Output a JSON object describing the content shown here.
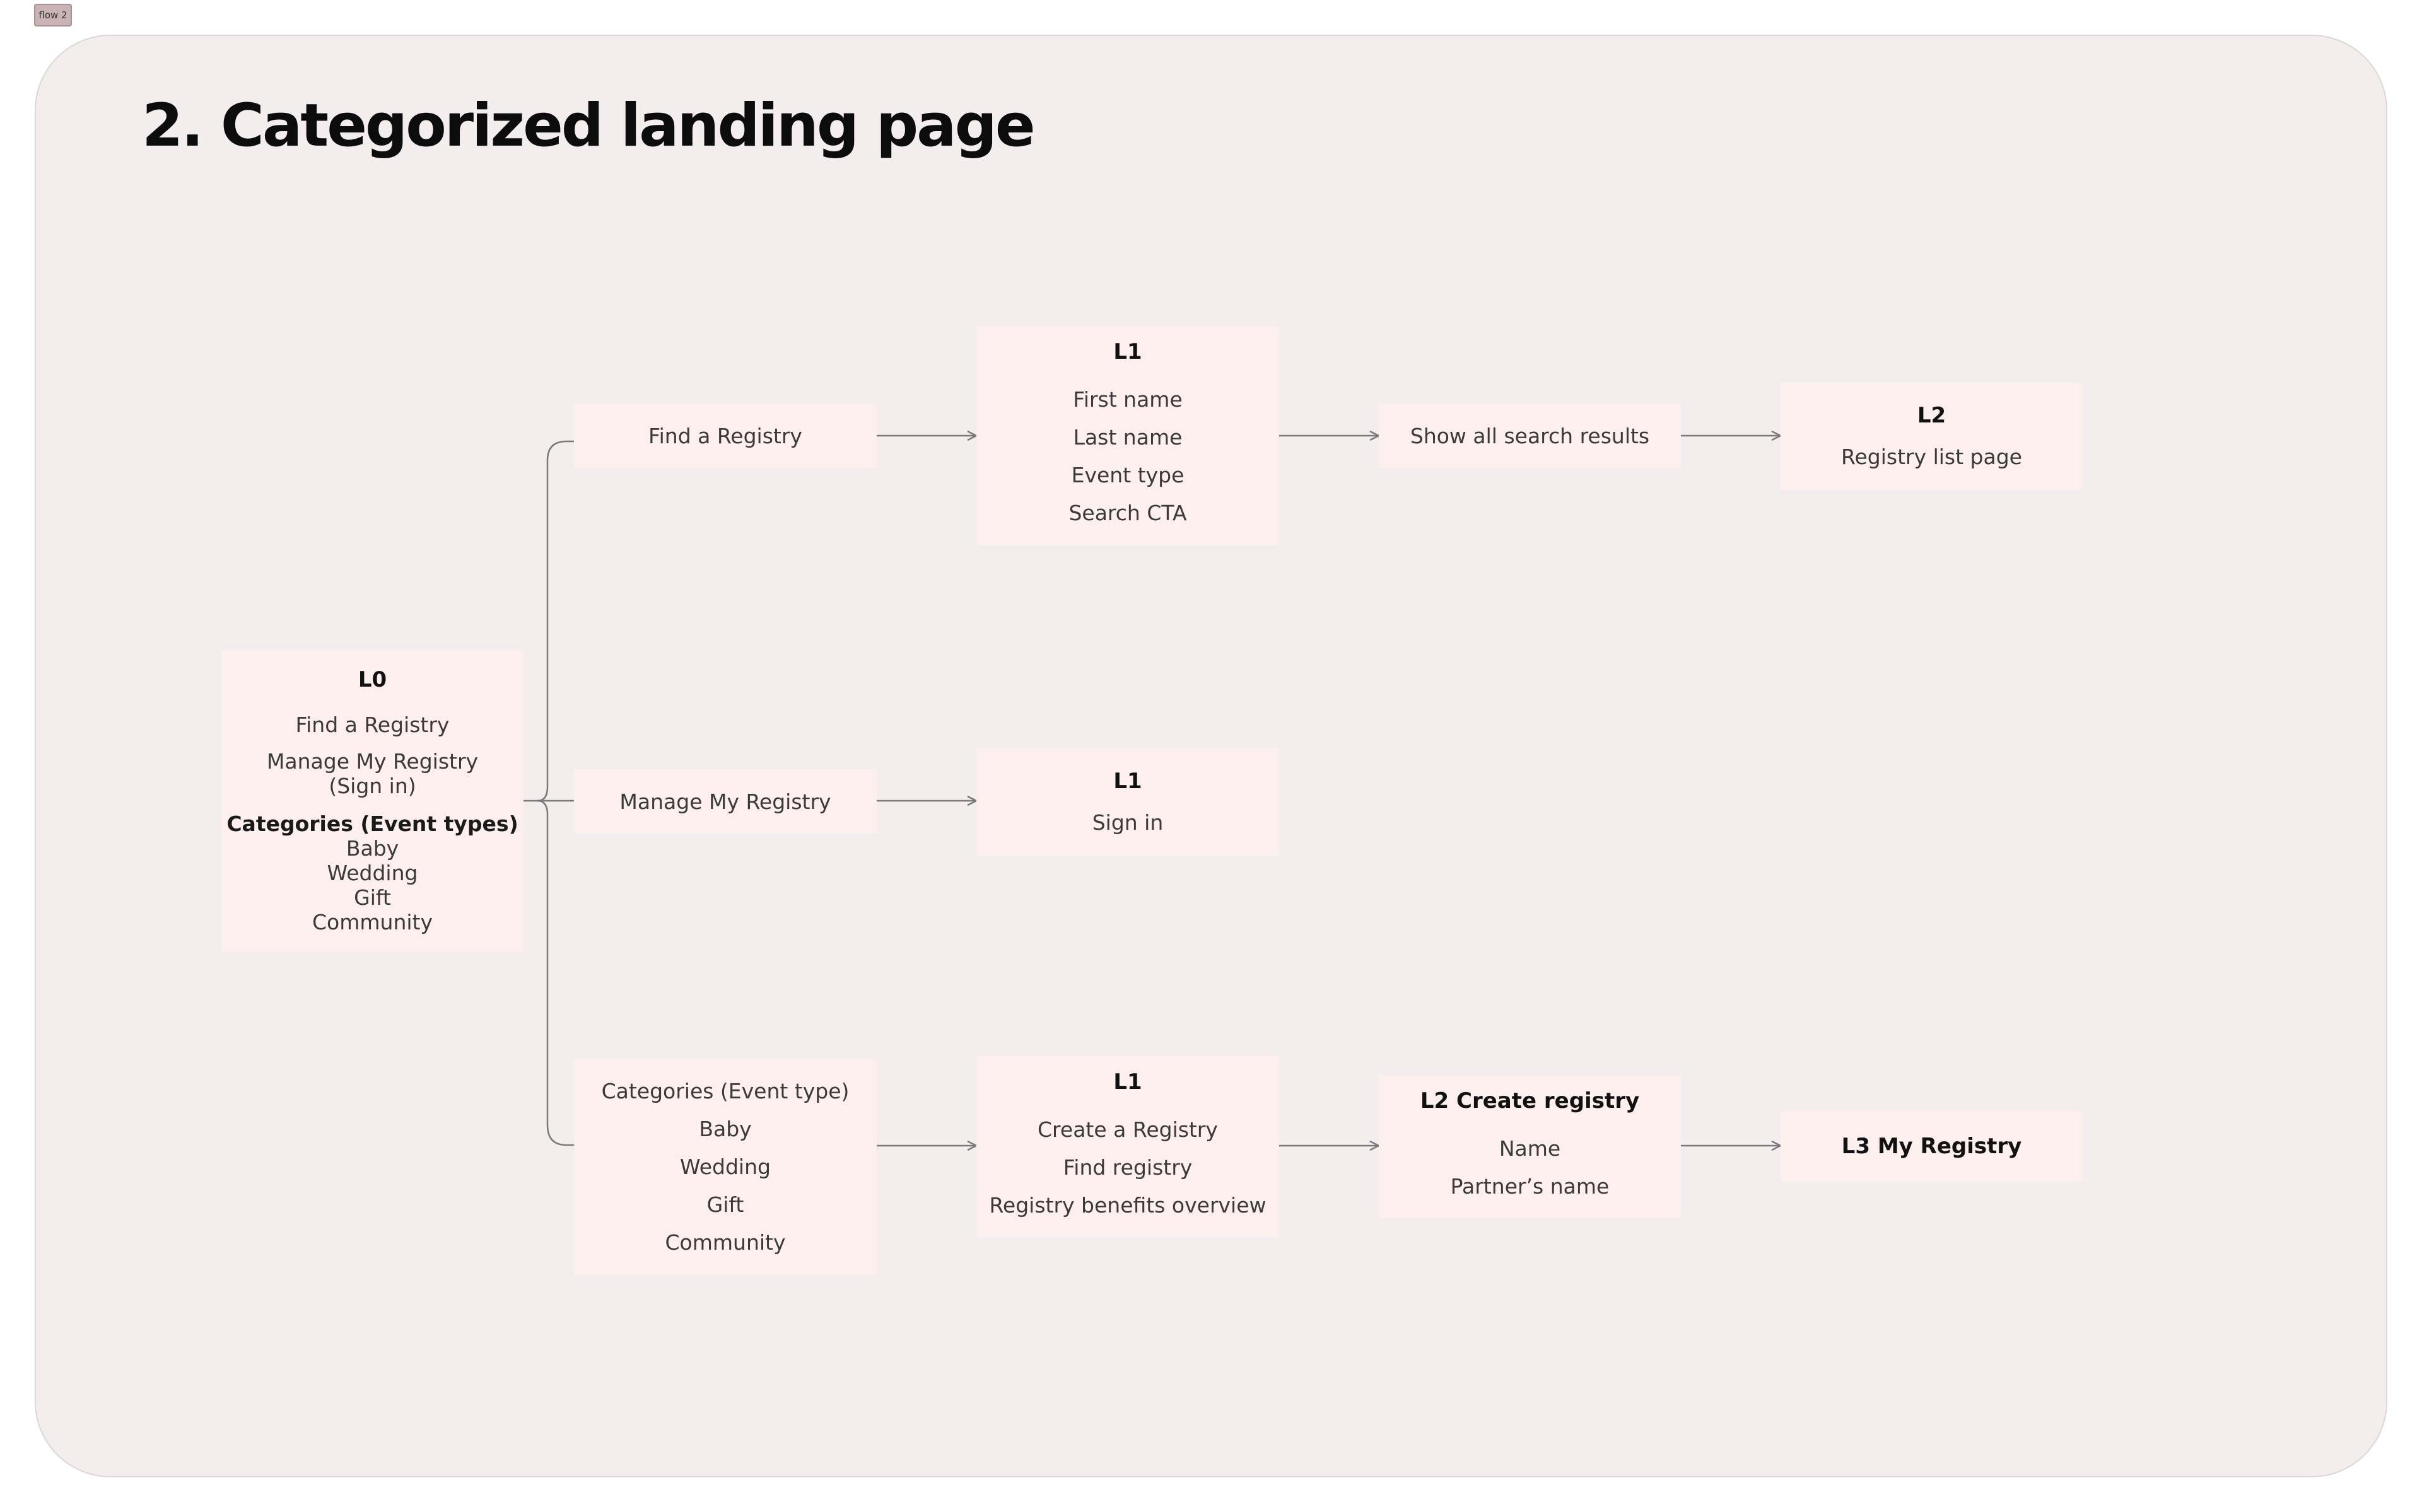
{
  "frame_tag": "flow 2",
  "title": "2. Categorized landing page",
  "colors": {
    "frame_background": "#f3eeed",
    "node_background": "#fcefee",
    "connector": "#7a7a7a",
    "title_text": "#0c0c0c",
    "body_text": "#3a3a3a"
  },
  "nodes": {
    "l0": {
      "heading": "L0",
      "items": [
        "Find a Registry",
        "Manage My Registry",
        "(Sign in)"
      ],
      "categories_heading": "Categories (Event types)",
      "categories": [
        "Baby",
        "Wedding",
        "Gift",
        "Community"
      ]
    },
    "find_registry": {
      "label": "Find a Registry"
    },
    "manage_registry": {
      "label": "Manage My Registry"
    },
    "categories_branch": {
      "lines": [
        "Categories (Event type)",
        "Baby",
        "Wedding",
        "Gift",
        "Community"
      ]
    },
    "l1_search": {
      "heading": "L1",
      "lines": [
        "First name",
        "Last name",
        "Event type",
        "Search CTA"
      ]
    },
    "show_results": {
      "label": "Show all search results"
    },
    "l2_list": {
      "heading": "L2",
      "lines": [
        "Registry list page"
      ]
    },
    "l1_signin": {
      "heading": "L1",
      "lines": [
        "Sign in"
      ]
    },
    "l1_categories": {
      "heading": "L1",
      "lines": [
        "Create a Registry",
        "Find registry",
        "Registry benefits overview"
      ]
    },
    "l2_create": {
      "heading": "L2 Create registry",
      "lines": [
        "Name",
        "Partner’s name"
      ]
    },
    "l3_my_registry": {
      "heading": "L3 My Registry"
    }
  }
}
